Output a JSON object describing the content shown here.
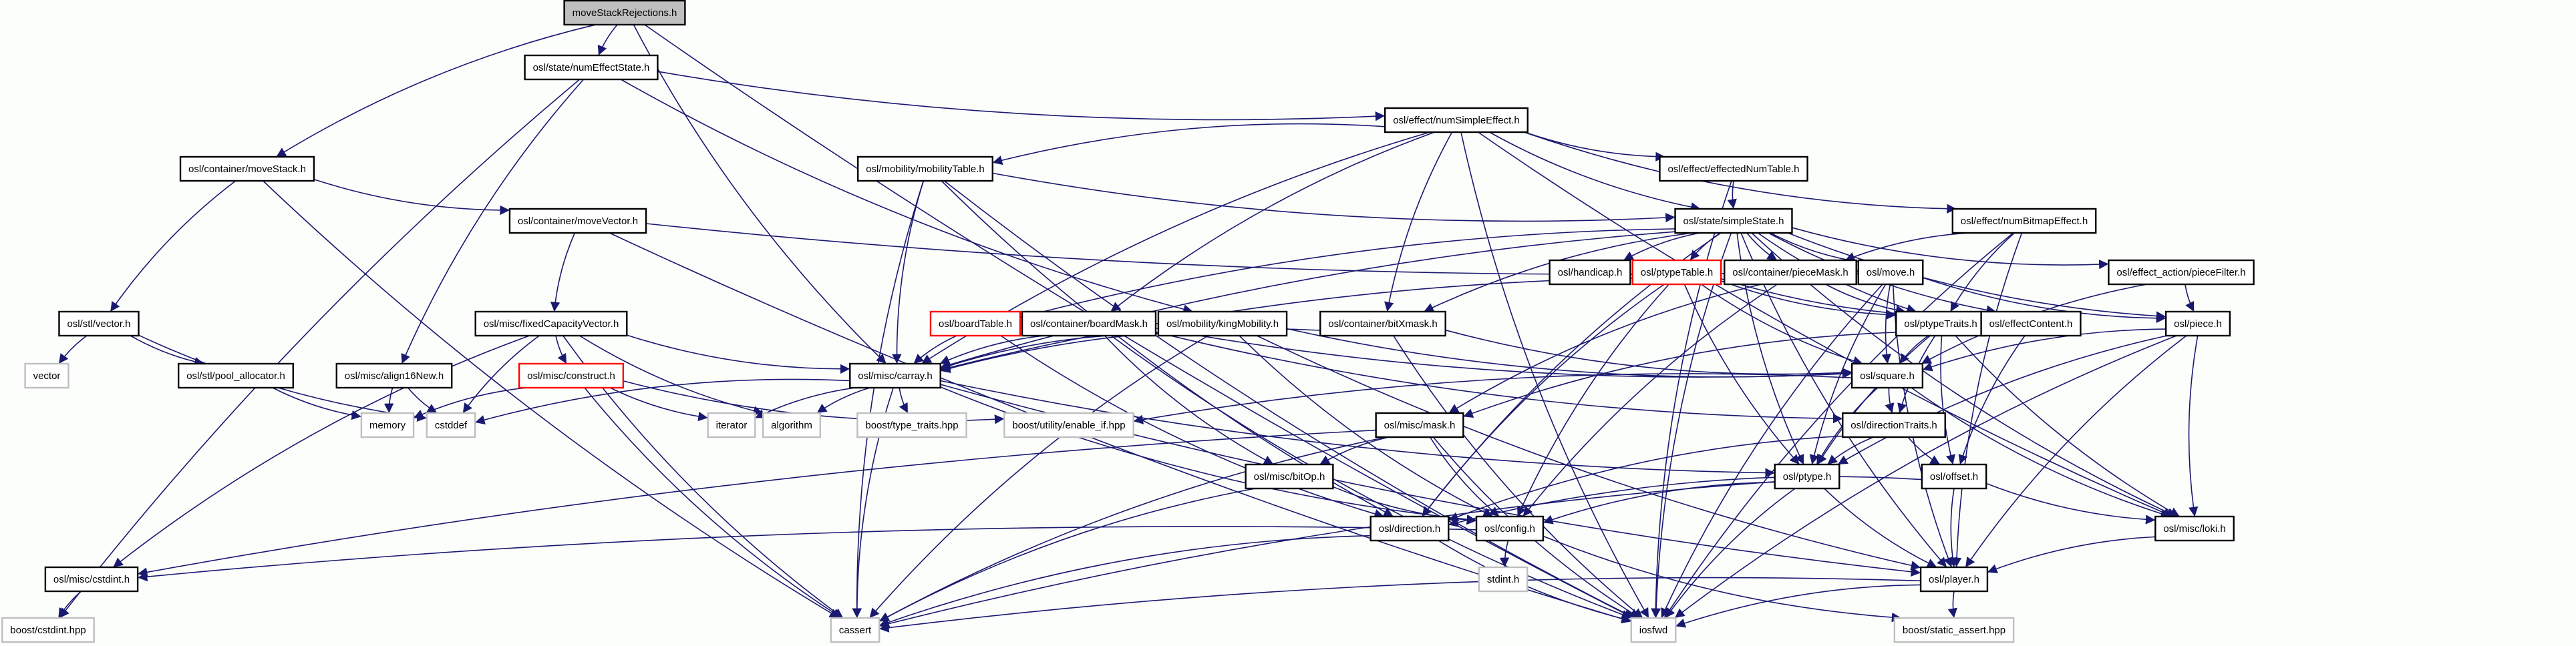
{
  "diagram": {
    "title": "moveStackRejections.h include dependency graph",
    "colors": {
      "edge": "#191970",
      "root_fill": "#bfbfbf",
      "node_border": "#000000",
      "external_border": "#bfbfbf",
      "undocumented_border": "#ff0000"
    },
    "nodes": [
      {
        "id": "root",
        "label": "moveStackRejections.h",
        "kind": "root"
      },
      {
        "id": "numEffectState",
        "label": "osl/state/numEffectState.h",
        "kind": "normal"
      },
      {
        "id": "numSimpleEffect",
        "label": "osl/effect/numSimpleEffect.h",
        "kind": "normal"
      },
      {
        "id": "moveStack",
        "label": "osl/container/moveStack.h",
        "kind": "normal"
      },
      {
        "id": "mobilityTable",
        "label": "osl/mobility/mobilityTable.h",
        "kind": "normal"
      },
      {
        "id": "effectedNumTable",
        "label": "osl/effect/effectedNumTable.h",
        "kind": "normal"
      },
      {
        "id": "moveVector",
        "label": "osl/container/moveVector.h",
        "kind": "normal"
      },
      {
        "id": "simpleState",
        "label": "osl/state/simpleState.h",
        "kind": "normal"
      },
      {
        "id": "numBitmapEffect",
        "label": "osl/effect/numBitmapEffect.h",
        "kind": "normal"
      },
      {
        "id": "handicap",
        "label": "osl/handicap.h",
        "kind": "normal"
      },
      {
        "id": "ptypeTable",
        "label": "osl/ptypeTable.h",
        "kind": "undocumented"
      },
      {
        "id": "pieceMask",
        "label": "osl/container/pieceMask.h",
        "kind": "normal"
      },
      {
        "id": "move",
        "label": "osl/move.h",
        "kind": "normal"
      },
      {
        "id": "pieceFilter",
        "label": "osl/effect_action/pieceFilter.h",
        "kind": "normal"
      },
      {
        "id": "stlvector",
        "label": "osl/stl/vector.h",
        "kind": "normal"
      },
      {
        "id": "fixedCapacityVector",
        "label": "osl/misc/fixedCapacityVector.h",
        "kind": "normal"
      },
      {
        "id": "boardTable",
        "label": "osl/boardTable.h",
        "kind": "undocumented"
      },
      {
        "id": "boardMask",
        "label": "osl/container/boardMask.h",
        "kind": "normal"
      },
      {
        "id": "kingMobility",
        "label": "osl/mobility/kingMobility.h",
        "kind": "normal"
      },
      {
        "id": "bitXmask",
        "label": "osl/container/bitXmask.h",
        "kind": "normal"
      },
      {
        "id": "ptypeTraits",
        "label": "osl/ptypeTraits.h",
        "kind": "normal"
      },
      {
        "id": "effectContent",
        "label": "osl/effectContent.h",
        "kind": "normal"
      },
      {
        "id": "piece",
        "label": "osl/piece.h",
        "kind": "normal"
      },
      {
        "id": "vector",
        "label": "vector",
        "kind": "external"
      },
      {
        "id": "poolAllocator",
        "label": "osl/stl/pool_allocator.h",
        "kind": "normal"
      },
      {
        "id": "align16New",
        "label": "osl/misc/align16New.h",
        "kind": "normal"
      },
      {
        "id": "construct",
        "label": "osl/misc/construct.h",
        "kind": "undocumented"
      },
      {
        "id": "carray",
        "label": "osl/misc/carray.h",
        "kind": "normal"
      },
      {
        "id": "square",
        "label": "osl/square.h",
        "kind": "normal"
      },
      {
        "id": "memory",
        "label": "memory",
        "kind": "external"
      },
      {
        "id": "cstddef",
        "label": "cstddef",
        "kind": "external"
      },
      {
        "id": "iterator",
        "label": "iterator",
        "kind": "external"
      },
      {
        "id": "algorithm",
        "label": "algorithm",
        "kind": "external"
      },
      {
        "id": "typeTraits",
        "label": "boost/type_traits.hpp",
        "kind": "external"
      },
      {
        "id": "enableIf",
        "label": "boost/utility/enable_if.hpp",
        "kind": "external"
      },
      {
        "id": "mask",
        "label": "osl/misc/mask.h",
        "kind": "normal"
      },
      {
        "id": "directionTraits",
        "label": "osl/directionTraits.h",
        "kind": "normal"
      },
      {
        "id": "bitOp",
        "label": "osl/misc/bitOp.h",
        "kind": "normal"
      },
      {
        "id": "ptype",
        "label": "osl/ptype.h",
        "kind": "normal"
      },
      {
        "id": "offset",
        "label": "osl/offset.h",
        "kind": "normal"
      },
      {
        "id": "direction",
        "label": "osl/direction.h",
        "kind": "normal"
      },
      {
        "id": "config",
        "label": "osl/config.h",
        "kind": "normal"
      },
      {
        "id": "loki",
        "label": "osl/misc/loki.h",
        "kind": "normal"
      },
      {
        "id": "stdint",
        "label": "stdint.h",
        "kind": "external"
      },
      {
        "id": "cstdintH",
        "label": "osl/misc/cstdint.h",
        "kind": "normal"
      },
      {
        "id": "player",
        "label": "osl/player.h",
        "kind": "normal"
      },
      {
        "id": "boostCstdint",
        "label": "boost/cstdint.hpp",
        "kind": "external"
      },
      {
        "id": "cassert",
        "label": "cassert",
        "kind": "external"
      },
      {
        "id": "iosfwd",
        "label": "iosfwd",
        "kind": "external"
      },
      {
        "id": "staticAssert",
        "label": "boost/static_assert.hpp",
        "kind": "external"
      }
    ],
    "edges": [
      [
        "root",
        "numEffectState"
      ],
      [
        "root",
        "moveStack"
      ],
      [
        "root",
        "carray"
      ],
      [
        "root",
        "iosfwd"
      ],
      [
        "numEffectState",
        "numSimpleEffect"
      ],
      [
        "numEffectState",
        "boostCstdint"
      ],
      [
        "numEffectState",
        "align16New"
      ],
      [
        "numEffectState",
        "kingMobility"
      ],
      [
        "numSimpleEffect",
        "mobilityTable"
      ],
      [
        "numSimpleEffect",
        "effectedNumTable"
      ],
      [
        "numSimpleEffect",
        "simpleState"
      ],
      [
        "numSimpleEffect",
        "numBitmapEffect"
      ],
      [
        "numSimpleEffect",
        "carray"
      ],
      [
        "numSimpleEffect",
        "boardMask"
      ],
      [
        "numSimpleEffect",
        "bitXmask"
      ],
      [
        "numSimpleEffect",
        "iosfwd"
      ],
      [
        "numSimpleEffect",
        "loki"
      ],
      [
        "moveStack",
        "moveVector"
      ],
      [
        "moveStack",
        "stlvector"
      ],
      [
        "moveStack",
        "cassert"
      ],
      [
        "mobilityTable",
        "simpleState"
      ],
      [
        "mobilityTable",
        "carray"
      ],
      [
        "mobilityTable",
        "cassert"
      ],
      [
        "mobilityTable",
        "iosfwd"
      ],
      [
        "mobilityTable",
        "direction"
      ],
      [
        "effectedNumTable",
        "simpleState"
      ],
      [
        "effectedNumTable",
        "iosfwd"
      ],
      [
        "moveVector",
        "move"
      ],
      [
        "moveVector",
        "fixedCapacityVector"
      ],
      [
        "moveVector",
        "iosfwd"
      ],
      [
        "simpleState",
        "handicap"
      ],
      [
        "simpleState",
        "ptypeTable"
      ],
      [
        "simpleState",
        "pieceMask"
      ],
      [
        "simpleState",
        "move"
      ],
      [
        "simpleState",
        "pieceFilter"
      ],
      [
        "simpleState",
        "boardTable"
      ],
      [
        "simpleState",
        "bitXmask"
      ],
      [
        "simpleState",
        "ptypeTraits"
      ],
      [
        "simpleState",
        "effectContent"
      ],
      [
        "simpleState",
        "piece"
      ],
      [
        "simpleState",
        "carray"
      ],
      [
        "simpleState",
        "ptype"
      ],
      [
        "simpleState",
        "direction"
      ],
      [
        "simpleState",
        "loki"
      ],
      [
        "simpleState",
        "player"
      ],
      [
        "simpleState",
        "iosfwd"
      ],
      [
        "numBitmapEffect",
        "pieceMask"
      ],
      [
        "numBitmapEffect",
        "ptypeTraits"
      ],
      [
        "numBitmapEffect",
        "player"
      ],
      [
        "numBitmapEffect",
        "iosfwd"
      ],
      [
        "ptypeTable",
        "ptypeTraits"
      ],
      [
        "ptypeTable",
        "effectContent"
      ],
      [
        "ptypeTable",
        "square"
      ],
      [
        "ptypeTable",
        "carray"
      ],
      [
        "ptypeTable",
        "ptype"
      ],
      [
        "ptypeTable",
        "config"
      ],
      [
        "ptypeTable",
        "direction"
      ],
      [
        "pieceMask",
        "mask"
      ],
      [
        "pieceMask",
        "ptypeTraits"
      ],
      [
        "pieceMask",
        "config"
      ],
      [
        "move",
        "piece"
      ],
      [
        "move",
        "square"
      ],
      [
        "move",
        "ptype"
      ],
      [
        "move",
        "player"
      ],
      [
        "move",
        "iosfwd"
      ],
      [
        "pieceFilter",
        "piece"
      ],
      [
        "pieceFilter",
        "square"
      ],
      [
        "stlvector",
        "vector"
      ],
      [
        "stlvector",
        "poolAllocator"
      ],
      [
        "stlvector",
        "cstddef"
      ],
      [
        "fixedCapacityVector",
        "construct"
      ],
      [
        "fixedCapacityVector",
        "carray"
      ],
      [
        "fixedCapacityVector",
        "cstddef"
      ],
      [
        "fixedCapacityVector",
        "algorithm"
      ],
      [
        "fixedCapacityVector",
        "cassert"
      ],
      [
        "fixedCapacityVector",
        "cstdintH"
      ],
      [
        "boardTable",
        "carray"
      ],
      [
        "boardTable",
        "direction"
      ],
      [
        "boardMask",
        "carray"
      ],
      [
        "boardMask",
        "bitOp"
      ],
      [
        "boardMask",
        "square"
      ],
      [
        "boardMask",
        "iosfwd"
      ],
      [
        "boardMask",
        "directionTraits"
      ],
      [
        "kingMobility",
        "carray"
      ],
      [
        "kingMobility",
        "square"
      ],
      [
        "kingMobility",
        "player"
      ],
      [
        "kingMobility",
        "config"
      ],
      [
        "kingMobility",
        "cassert"
      ],
      [
        "bitXmask",
        "carray"
      ],
      [
        "bitXmask",
        "square"
      ],
      [
        "bitXmask",
        "iosfwd"
      ],
      [
        "ptypeTraits",
        "square"
      ],
      [
        "ptypeTraits",
        "directionTraits"
      ],
      [
        "ptypeTraits",
        "ptype"
      ],
      [
        "ptypeTraits",
        "offset"
      ],
      [
        "ptypeTraits",
        "loki"
      ],
      [
        "ptypeTraits",
        "mask"
      ],
      [
        "effectContent",
        "offset"
      ],
      [
        "piece",
        "square"
      ],
      [
        "piece",
        "ptype"
      ],
      [
        "piece",
        "player"
      ],
      [
        "piece",
        "loki"
      ],
      [
        "piece",
        "iosfwd"
      ],
      [
        "poolAllocator",
        "memory"
      ],
      [
        "align16New",
        "memory"
      ],
      [
        "align16New",
        "cstddef"
      ],
      [
        "construct",
        "memory"
      ],
      [
        "construct",
        "iterator"
      ],
      [
        "construct",
        "enableIf"
      ],
      [
        "construct",
        "cassert"
      ],
      [
        "carray",
        "cstddef"
      ],
      [
        "carray",
        "iterator"
      ],
      [
        "carray",
        "algorithm"
      ],
      [
        "carray",
        "typeTraits"
      ],
      [
        "carray",
        "cassert"
      ],
      [
        "carray",
        "ptype"
      ],
      [
        "carray",
        "player"
      ],
      [
        "carray",
        "config"
      ],
      [
        "square",
        "directionTraits"
      ],
      [
        "square",
        "enableIf"
      ],
      [
        "square",
        "ptype"
      ],
      [
        "square",
        "loki"
      ],
      [
        "mask",
        "bitOp"
      ],
      [
        "mask",
        "config"
      ],
      [
        "mask",
        "cstdintH"
      ],
      [
        "mask",
        "cassert"
      ],
      [
        "mask",
        "iosfwd"
      ],
      [
        "directionTraits",
        "ptype"
      ],
      [
        "directionTraits",
        "offset"
      ],
      [
        "directionTraits",
        "direction"
      ],
      [
        "bitOp",
        "config"
      ],
      [
        "bitOp",
        "cassert"
      ],
      [
        "ptype",
        "player"
      ],
      [
        "ptype",
        "config"
      ],
      [
        "ptype",
        "cassert"
      ],
      [
        "ptype",
        "iosfwd"
      ],
      [
        "offset",
        "player"
      ],
      [
        "offset",
        "loki"
      ],
      [
        "offset",
        "direction"
      ],
      [
        "direction",
        "cassert"
      ],
      [
        "direction",
        "iosfwd"
      ],
      [
        "config",
        "stdint"
      ],
      [
        "config",
        "cstdintH"
      ],
      [
        "config",
        "staticAssert"
      ],
      [
        "loki",
        "player"
      ],
      [
        "cstdintH",
        "boostCstdint"
      ],
      [
        "player",
        "cassert"
      ],
      [
        "player",
        "iosfwd"
      ],
      [
        "player",
        "staticAssert"
      ]
    ]
  }
}
